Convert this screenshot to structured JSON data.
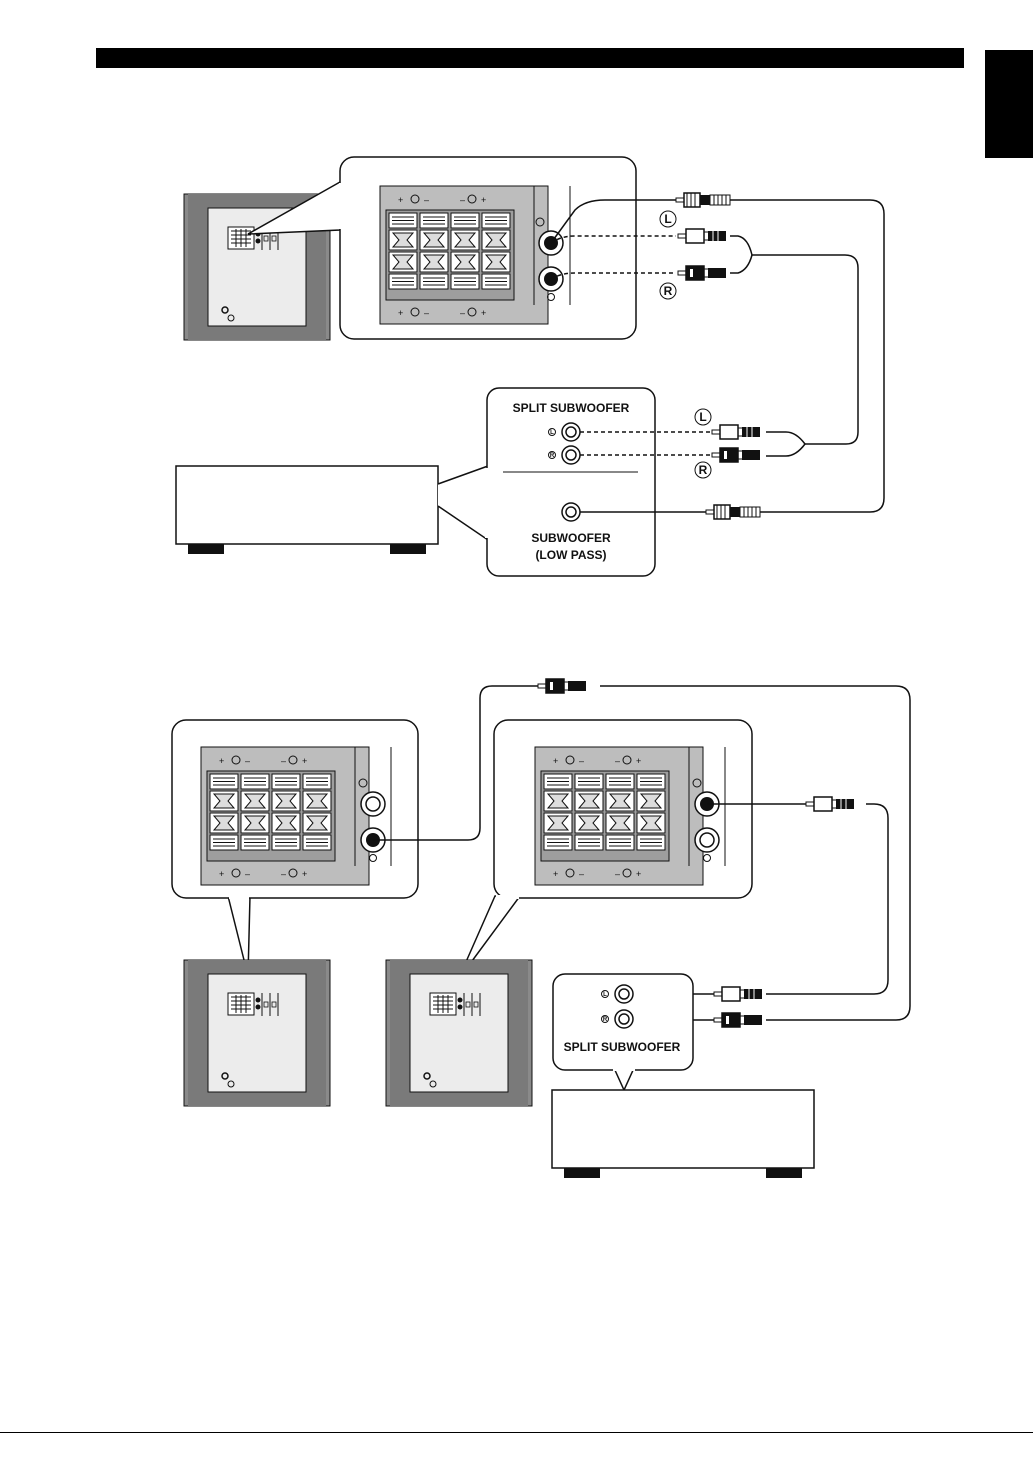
{
  "figure_top": {
    "panel_split_label": "SPLIT SUBWOOFER",
    "jack_left_letter": "L",
    "jack_right_letter": "R",
    "panel_low_pass_label_1": "SUBWOOFER",
    "panel_low_pass_label_2": "(LOW PASS)",
    "cable_left_letter": "L",
    "cable_right_letter": "R"
  },
  "figure_bottom": {
    "panel_split_label": "SPLIT SUBWOOFER",
    "jack_left_letter": "L",
    "jack_right_letter": "R"
  },
  "colors": {
    "ink": "#111111",
    "panel_gray": "#bdbdbd",
    "cabinet_gray": "#8a8a8a",
    "paper": "#ffffff"
  }
}
